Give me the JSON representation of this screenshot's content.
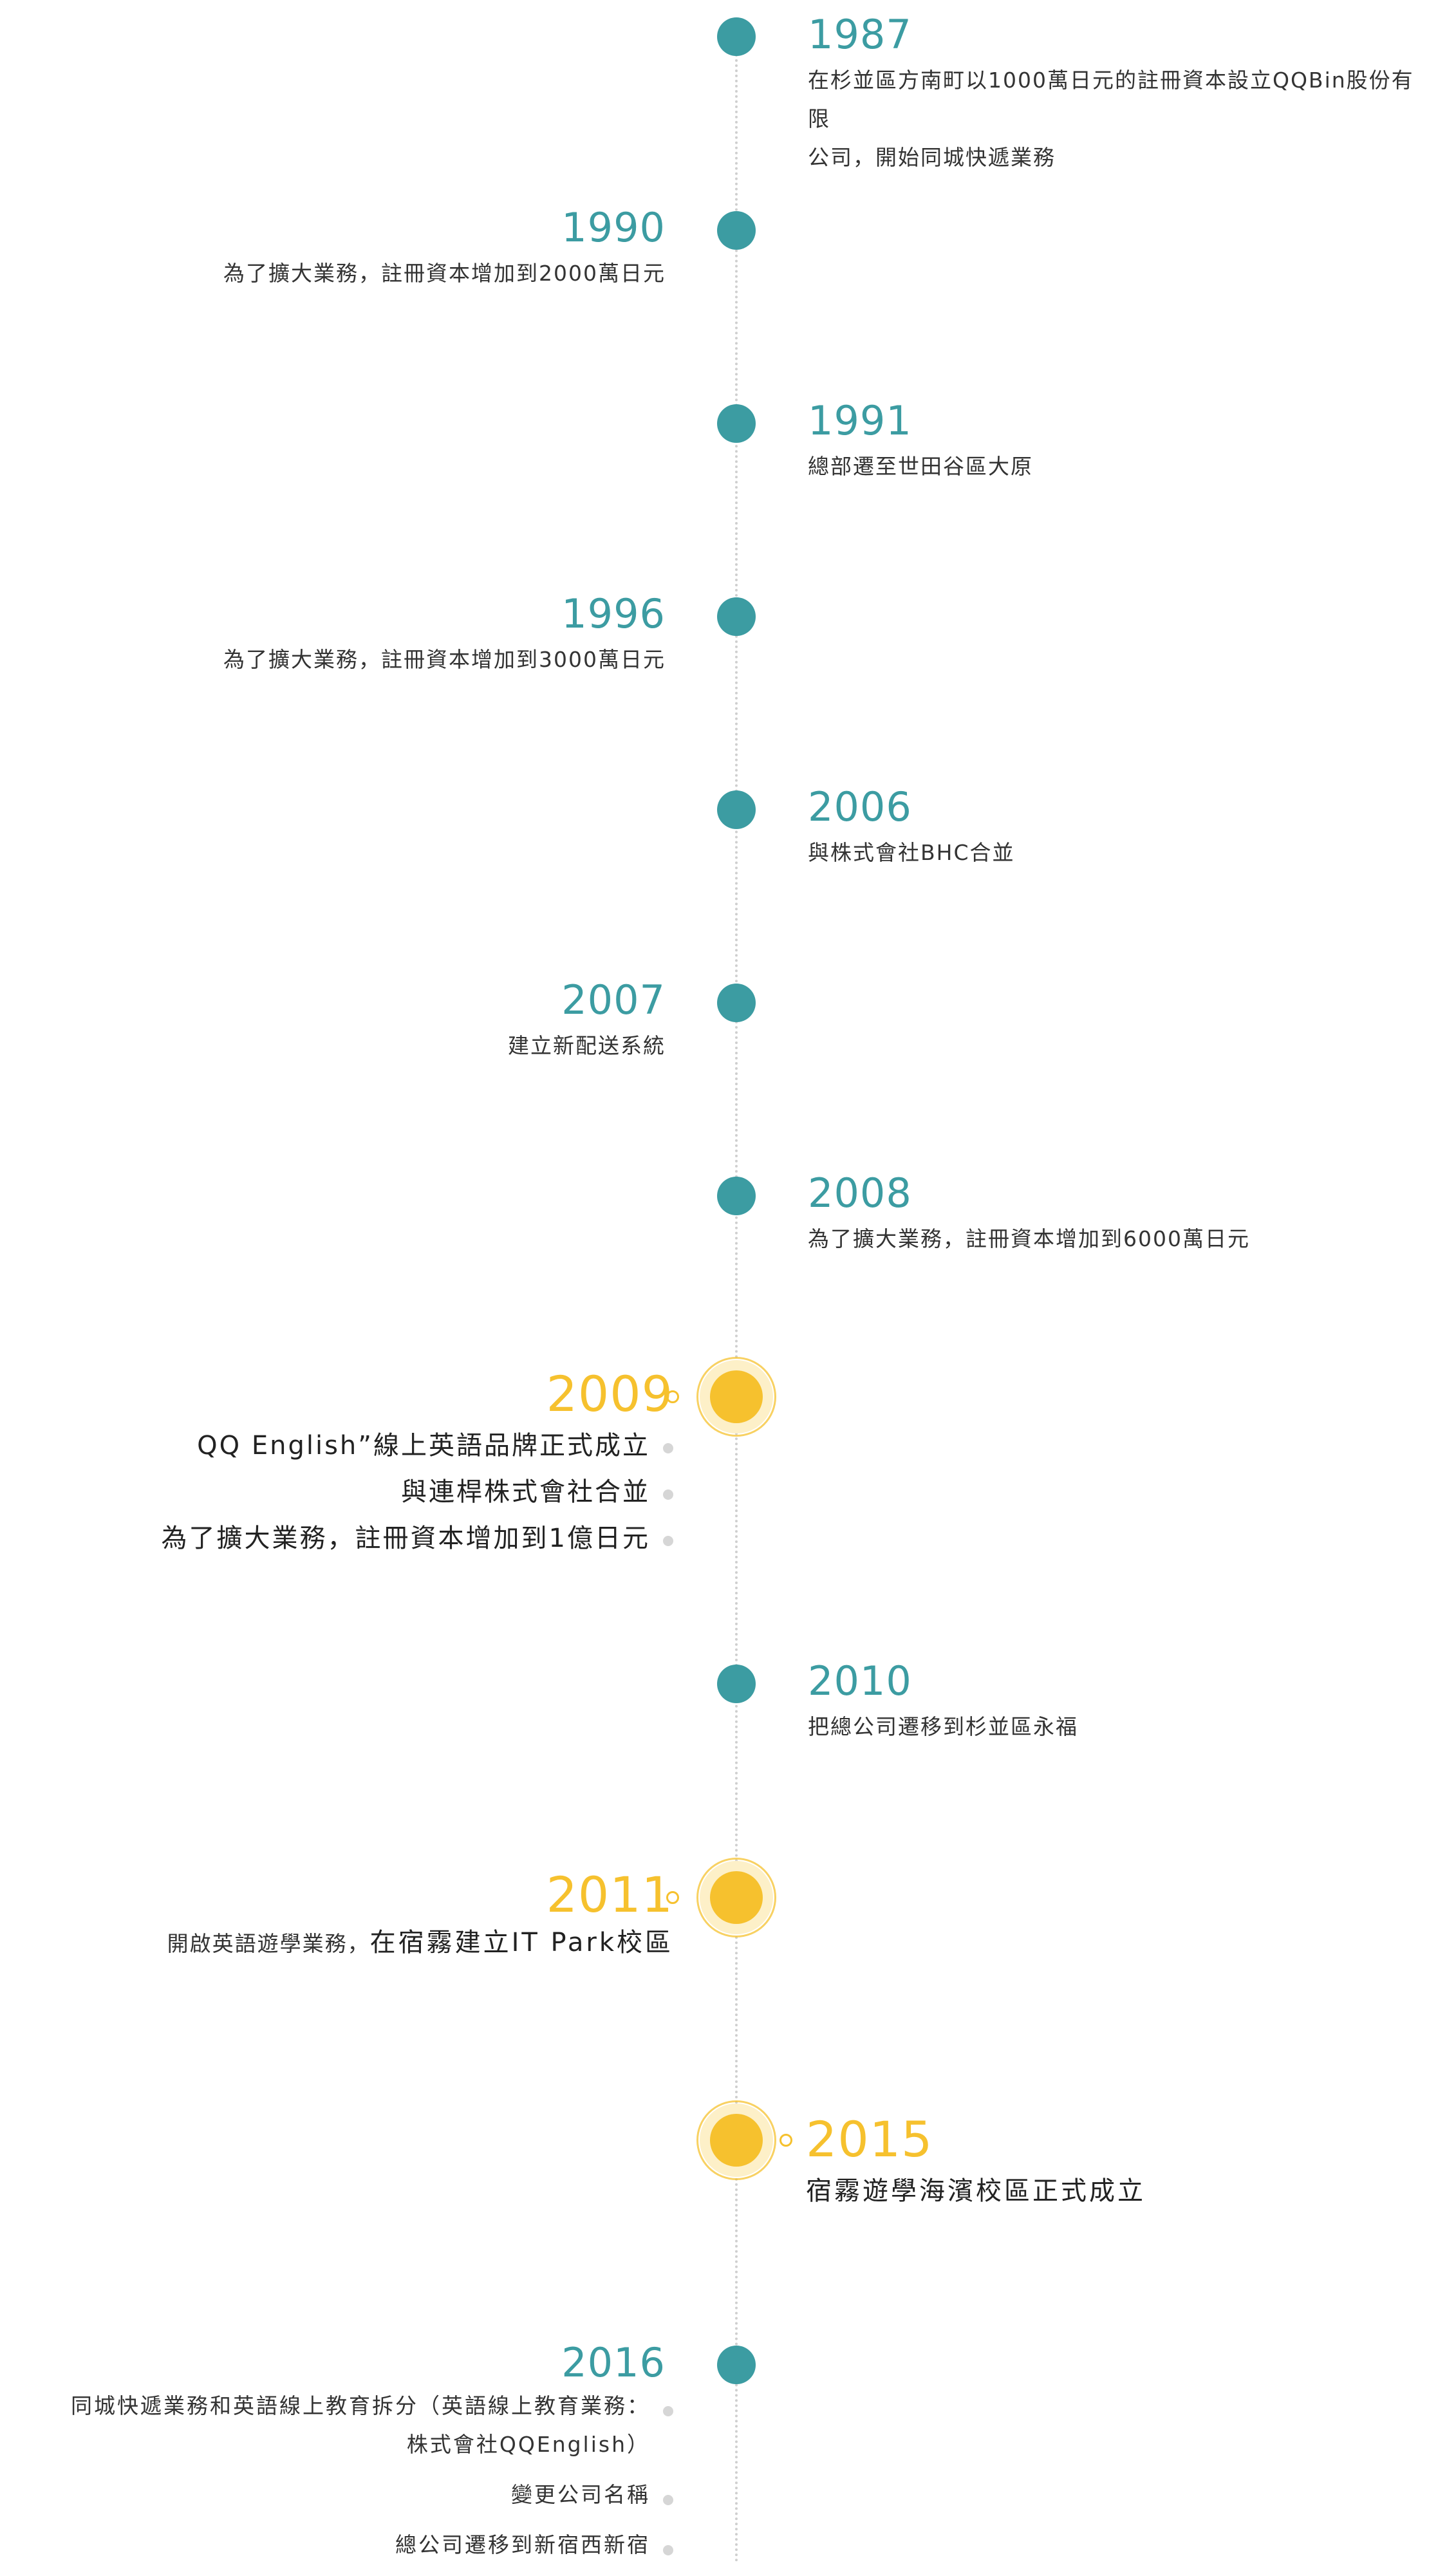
{
  "colors": {
    "teal": "#3c9ca2",
    "gold": "#f6c12e",
    "line": "#cfcfcf",
    "bullet": "#d6d6d6"
  },
  "timeline": {
    "e1987": {
      "year": "1987",
      "line1": "在杉並區方南町以1000萬日元的註冊資本設立QQBin股份有限",
      "line2": "公司，開始同城快遞業務"
    },
    "e1990": {
      "year": "1990",
      "text": "為了擴大業務，註冊資本增加到2000萬日元"
    },
    "e1991": {
      "year": "1991",
      "text": "總部遷至世田谷區大原"
    },
    "e1996": {
      "year": "1996",
      "text": "為了擴大業務，註冊資本增加到3000萬日元"
    },
    "e2006": {
      "year": "2006",
      "text": "與株式會社BHC合並"
    },
    "e2007": {
      "year": "2007",
      "text": "建立新配送系統"
    },
    "e2008": {
      "year": "2008",
      "text": "為了擴大業務，註冊資本增加到6000萬日元"
    },
    "e2009": {
      "year": "2009",
      "items": [
        "QQ English”線上英語品牌正式成立",
        "與連桿株式會社合並",
        "為了擴大業務，註冊資本增加到1億日元"
      ]
    },
    "e2010": {
      "year": "2010",
      "text": "把總公司遷移到杉並區永福"
    },
    "e2011": {
      "year": "2011",
      "text_a": "開啟英語遊學業務，",
      "text_b": "在宿霧建立IT Park校區"
    },
    "e2015": {
      "year": "2015",
      "text": "宿霧遊學海濱校區正式成立"
    },
    "e2016": {
      "year": "2016",
      "item1_line1": "同城快遞業務和英語線上教育拆分（英語線上教育業務：",
      "item1_line2": "株式會社QQEnglish）",
      "item2": "變更公司名稱",
      "item3": "總公司遷移到新宿西新宿"
    }
  }
}
